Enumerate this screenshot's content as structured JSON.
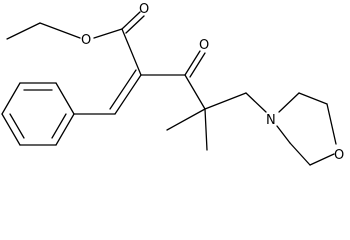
{
  "molecule": {
    "atoms": {
      "ester_oxygen": "O",
      "carbonyl_oxygen_ester": "O",
      "ketone_oxygen": "O",
      "morpholine_nitrogen": "N",
      "morpholine_oxygen": "O"
    }
  }
}
